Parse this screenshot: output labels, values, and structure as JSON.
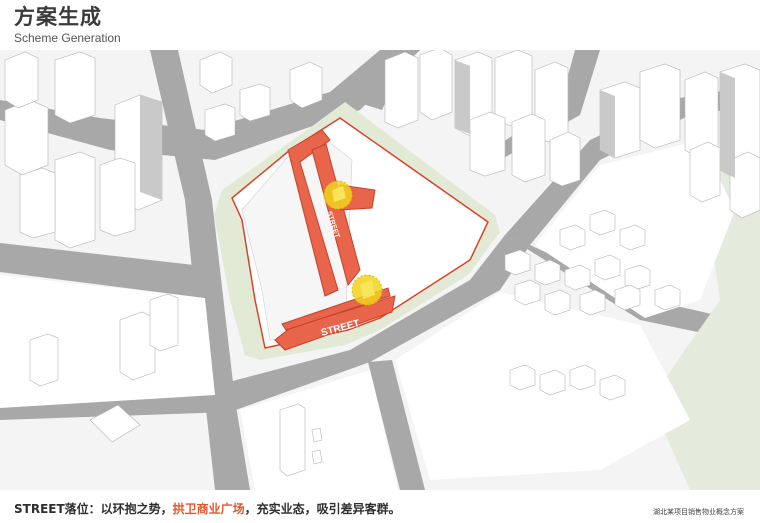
{
  "header": {
    "title": "方案生成",
    "subtitle": "Scheme Generation"
  },
  "map": {
    "street_label_horizontal": "STREET",
    "street_label_vertical": "STREET"
  },
  "caption": {
    "prefix": "STREET落位：以环抱之势，",
    "highlight": "拱卫商业广场",
    "suffix": "，充实业态，吸引差异客群。"
  },
  "footer": {
    "project": "湖北某项目销售物业概念方案"
  },
  "colors": {
    "street": "#e8644a",
    "street_outline": "#d9432c",
    "plaza": "#f2d21c",
    "site_border": "#d9432c",
    "green_buffer": "#e2ead6",
    "road": "#a6a6a6",
    "highlight_text": "#e4572e"
  }
}
